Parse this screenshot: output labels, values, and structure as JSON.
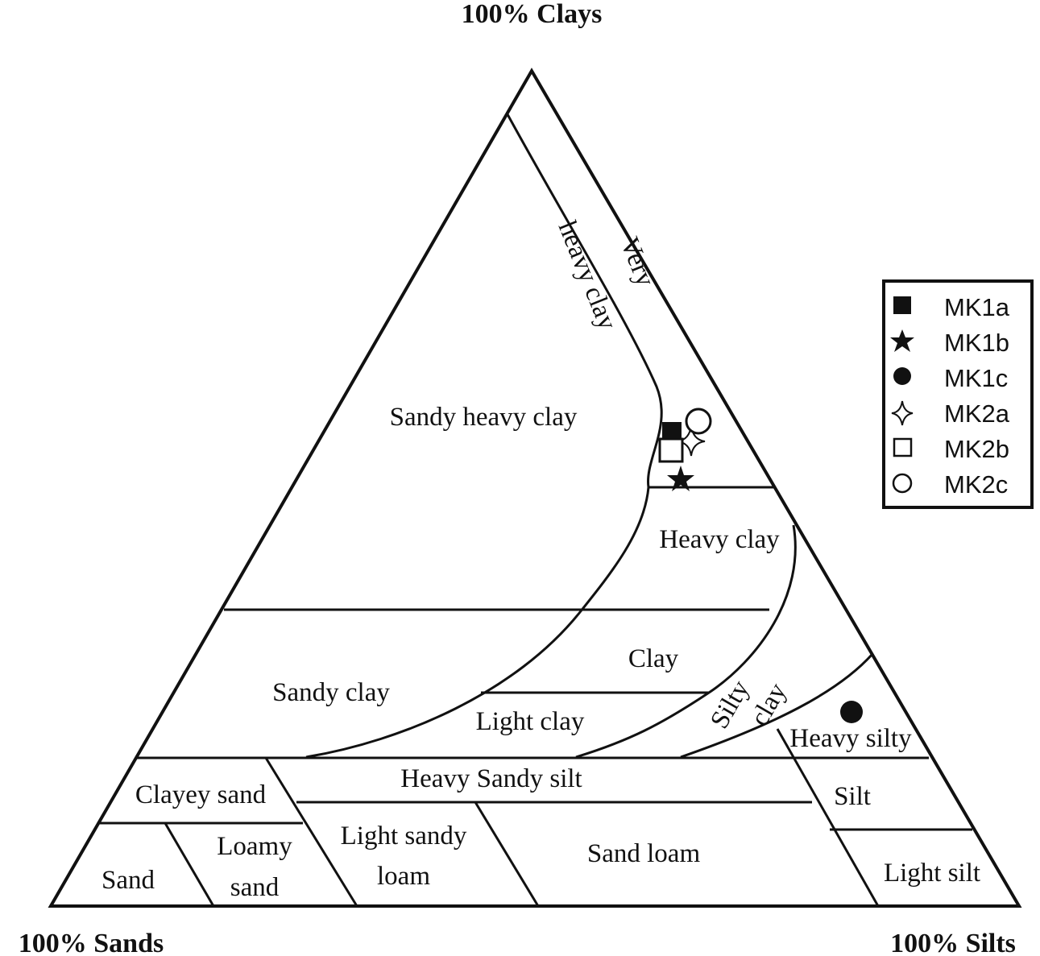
{
  "corners": {
    "top": "100% Clays",
    "bottom_left": "100% Sands",
    "bottom_right": "100% Silts"
  },
  "zones": {
    "sandy_heavy_clay": "Sandy heavy clay",
    "very_heavy_clay_line1": "Very",
    "very_heavy_clay_line2": "heavy clay",
    "heavy_clay": "Heavy clay",
    "sandy_clay": "Sandy clay",
    "clay": "Clay",
    "light_clay": "Light clay",
    "silty_clay_line1": "Silty",
    "silty_clay_line2": "clay",
    "heavy_silty": "Heavy silty",
    "heavy_sandy_silt": "Heavy Sandy silt",
    "clayey_sand": "Clayey sand",
    "silt": "Silt",
    "sand": "Sand",
    "loamy_sand_line1": "Loamy",
    "loamy_sand_line2": "sand",
    "light_sandy_loam_line1": "Light sandy",
    "light_sandy_loam_line2": "loam",
    "sand_loam": "Sand loam",
    "light_silt": "Light silt"
  },
  "legend": [
    {
      "marker": "filled-square",
      "label": "MK1a"
    },
    {
      "marker": "filled-star",
      "label": "MK1b"
    },
    {
      "marker": "filled-circle",
      "label": "MK1c"
    },
    {
      "marker": "open-four-point-star",
      "label": "MK2a"
    },
    {
      "marker": "open-square",
      "label": "MK2b"
    },
    {
      "marker": "open-circle",
      "label": "MK2c"
    }
  ]
}
